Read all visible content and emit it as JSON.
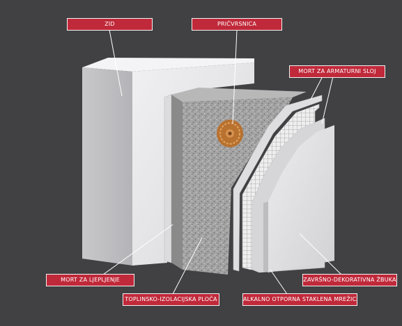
{
  "labels": {
    "zid": "ZID",
    "pricvrsnica": "PRIČVRSNICA",
    "mort_armaturni": "MORT ZA ARMATURNI SLOJ",
    "mort_ljepljenje": "MORT ZA LJEPLJENJE",
    "toplinsko": "TOPLINSKO-IZOLACIJSKA PLOČA",
    "alkalno": "ALKALNO OTPORNA STAKLENA MREŽICA",
    "zavrsno": "ZAVRŠNO-DEKORATIVNA ŽBUKA"
  },
  "colors": {
    "background": "#414144",
    "label_fill": "#c0293a",
    "label_border": "#f3f3f3",
    "wall": "#e8e8ea",
    "insulation": "#9c9c9c",
    "anchor": "#c9823e"
  }
}
